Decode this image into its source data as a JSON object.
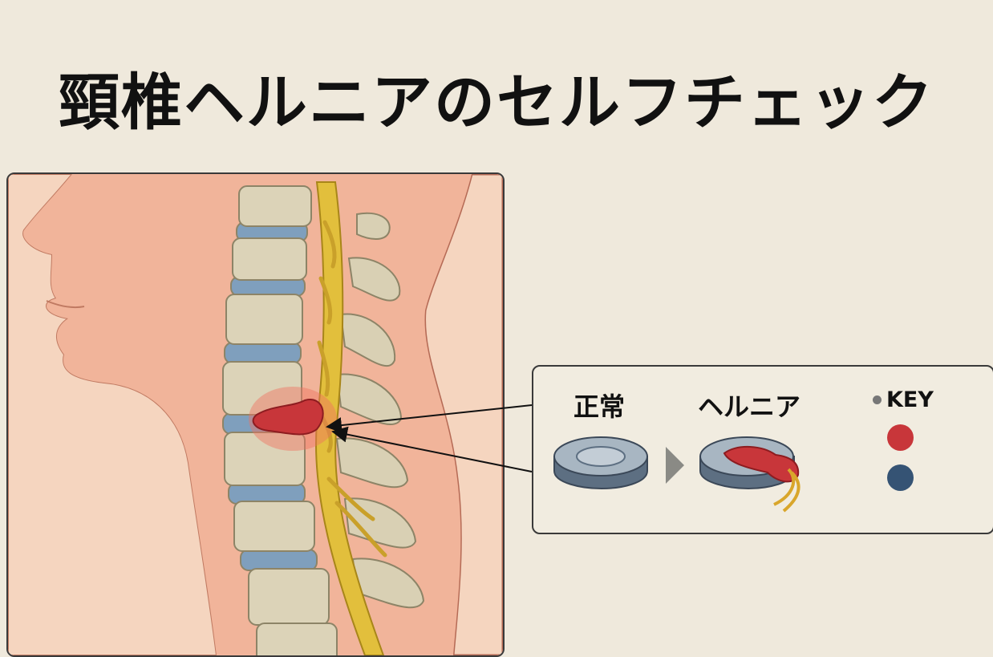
{
  "title": "頸椎ヘルニアのセルフチェック",
  "comparison": {
    "normal_label": "正常",
    "hernia_label": "ヘルニア",
    "key_label": "KEY"
  },
  "colors": {
    "background": "#efe9dc",
    "skin": "#f2c4a8",
    "bone": "#dcd3b8",
    "disc": "#7f9fbd",
    "nerve": "#e2bf3c",
    "hernia_red": "#c8363a",
    "key_blue": "#355374"
  }
}
